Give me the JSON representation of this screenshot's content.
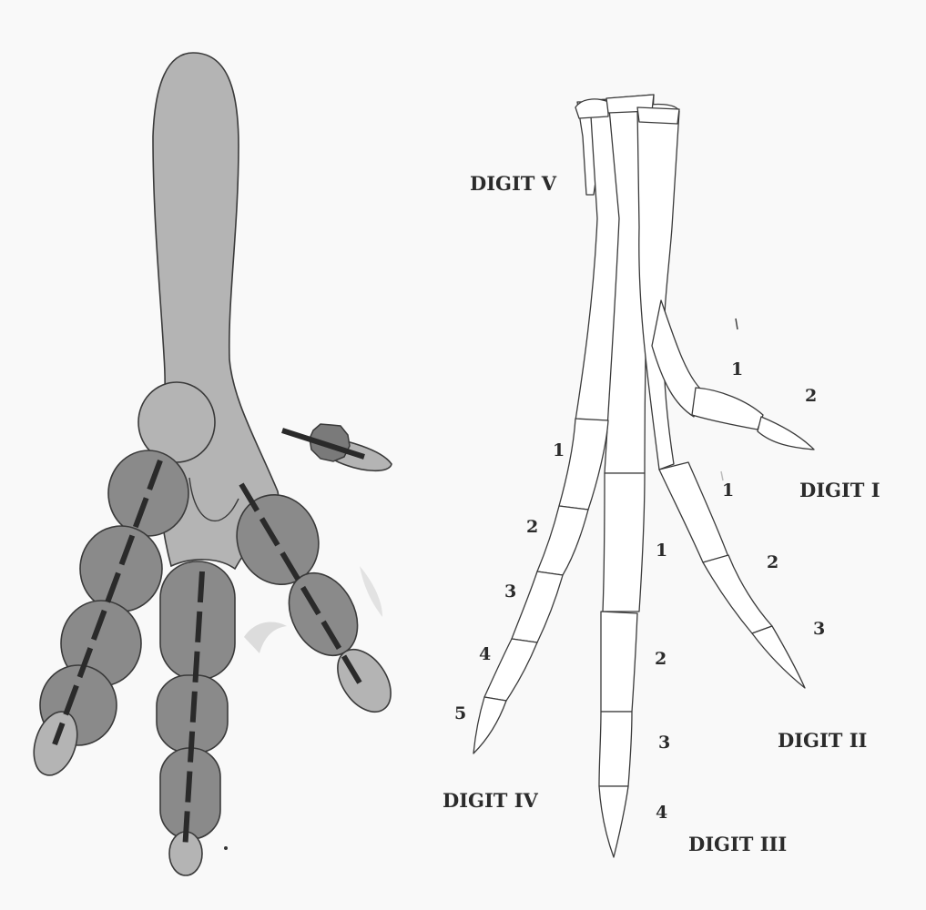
{
  "labels": {
    "digit_v": "DIGIT V",
    "digit_i": "DIGIT I",
    "digit_ii": "DIGIT II",
    "digit_iii": "DIGIT III",
    "digit_iv": "DIGIT IV"
  },
  "phalanges": {
    "digit_i": [
      "1",
      "2"
    ],
    "digit_ii": [
      "1",
      "2",
      "3"
    ],
    "digit_iii": [
      "1",
      "2",
      "3",
      "4"
    ],
    "digit_iv": [
      "1",
      "2",
      "3",
      "4",
      "5"
    ]
  },
  "colors": {
    "background": "#f9f9f9",
    "light_gray": "#b4b4b4",
    "dark_gray": "#8a8a8a",
    "outline": "#3a3a3a",
    "text": "#2b2b2b"
  }
}
